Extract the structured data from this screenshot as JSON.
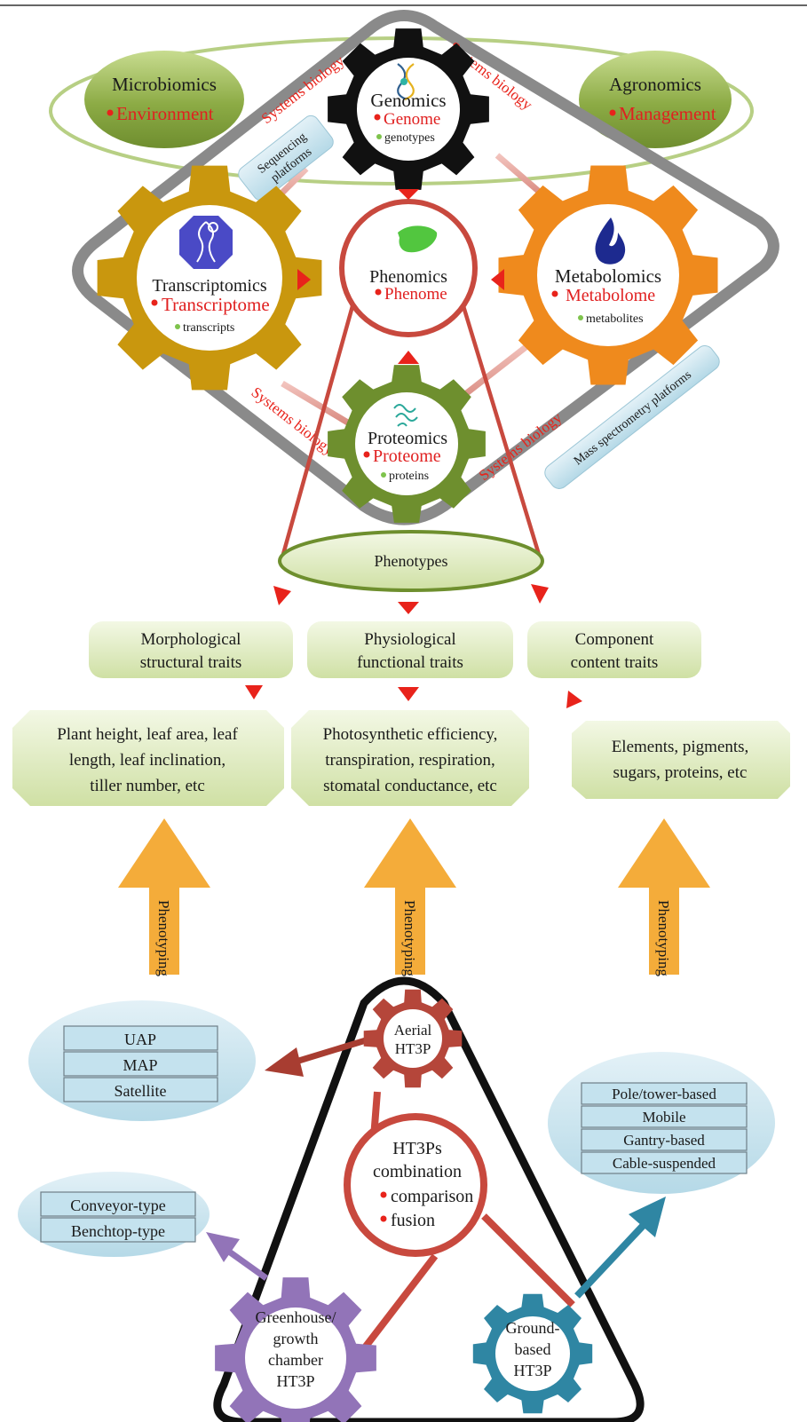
{
  "omics": {
    "microbiomics": {
      "title": "Microbiomics",
      "item": "Environment"
    },
    "agronomics": {
      "title": "Agronomics",
      "item": "Management"
    },
    "genomics": {
      "title": "Genomics",
      "item": "Genome",
      "sub": "genotypes"
    },
    "transcriptomics": {
      "title": "Transcriptomics",
      "item": "Transcriptome",
      "sub": "transcripts"
    },
    "phenomics": {
      "title": "Phenomics",
      "item": "Phenome"
    },
    "metabolomics": {
      "title": "Metabolomics",
      "item": "Metabolome",
      "sub": "metabolites"
    },
    "proteomics": {
      "title": "Proteomics",
      "item": "Proteome",
      "sub": "proteins"
    }
  },
  "systems_biology": "Systems biology",
  "sequencing": {
    "line1": "Sequencing",
    "line2": "platforms"
  },
  "mass_spec": "Mass spectrometry platforms",
  "phenotypes": "Phenotypes",
  "traits": [
    {
      "line1": "Morphological",
      "line2": "structural traits"
    },
    {
      "line1": "Physiological",
      "line2": "functional traits"
    },
    {
      "line1": "Component",
      "line2": "content traits"
    }
  ],
  "examples": [
    {
      "lines": [
        "Plant height,  leaf area, leaf",
        "length,  leaf inclination,",
        "tiller number, etc"
      ]
    },
    {
      "lines": [
        "Photosynthetic efficiency,",
        "transpiration, respiration,",
        "stomatal conductance,  etc"
      ]
    },
    {
      "lines": [
        "Elements, pigments,",
        "sugars, proteins, etc"
      ]
    }
  ],
  "phenotyping": "Phenotyping",
  "aerial": {
    "line1": "Aerial",
    "line2": "HT3P",
    "options": [
      "UAP",
      "MAP",
      "Satellite"
    ]
  },
  "combination": {
    "line1": "HT3Ps",
    "line2": "combination",
    "item1": "comparison",
    "item2": "fusion"
  },
  "greenhouse": {
    "lines": [
      "Greenhouse/",
      "growth",
      "chamber",
      "HT3P"
    ],
    "options": [
      "Conveyor-type",
      "Benchtop-type"
    ]
  },
  "ground": {
    "lines": [
      "Ground-",
      "based",
      "HT3P"
    ],
    "options": [
      "Pole/tower-based",
      "Mobile",
      "Gantry-based",
      "Cable-suspended"
    ]
  },
  "colors": {
    "gray_frame": "#8a8a8a",
    "red_accent": "#e8231b",
    "olive_green": "#6e8f2e",
    "gold_gear": "#c9970e",
    "orange_gear": "#ef8a1d",
    "aerial_gear": "#b5463a",
    "purple_gear": "#9274b8",
    "teal_gear": "#2f86a3",
    "arrow_orange": "#f4ac3a",
    "light_blue": "#bcdde9"
  }
}
